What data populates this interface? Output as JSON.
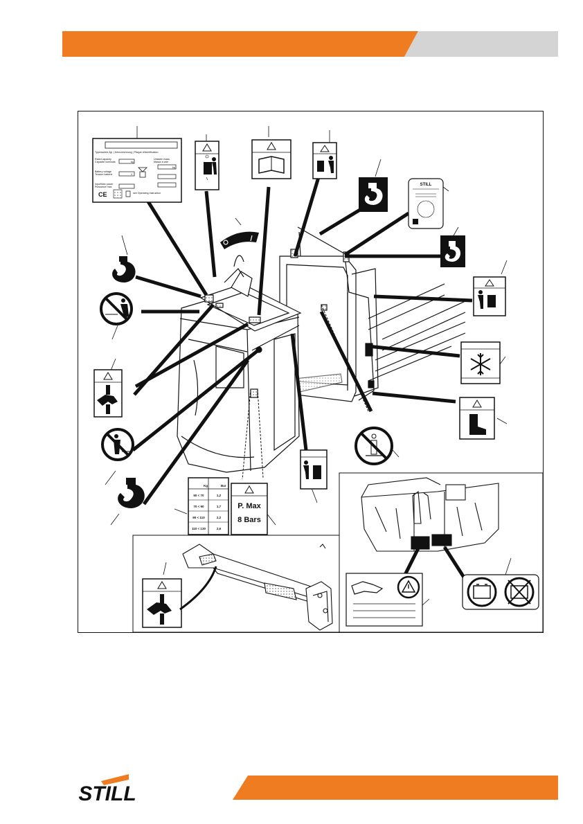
{
  "colors": {
    "accent": "#f07c22",
    "band_grey": "#d4d4d4",
    "ink": "#111111"
  },
  "capacity_plate": {
    "heading": "Typenschild Zgl. | Kennzeichnung | Plaque d'identification",
    "rated_capacity": "Rated capacity",
    "capacity_nom": "Capacité nominale",
    "unladen_mass": "Unladen mass",
    "masse_vide": "Masse à vide",
    "battery_voltage": "Battery voltage",
    "tension_batterie": "Tension batterie",
    "input_power": "Input/Max power",
    "puissance": "Puissance max.",
    "unit_kg": "kg",
    "unit_v": "V",
    "note": "see Operating Instruction"
  },
  "weight_table": {
    "col_kg": "Kg",
    "col_bar": "Bar",
    "rows": [
      {
        "range": "50 < 70",
        "bar": "1,2"
      },
      {
        "range": "70 < 90",
        "bar": "1,7"
      },
      {
        "range": "90 < 110",
        "bar": "2,2"
      },
      {
        "range": "110 < 130",
        "bar": "2,6"
      }
    ]
  },
  "pressure_label": {
    "line1": "P. Max",
    "line2": "8 Bars"
  },
  "manual_label": {
    "brand": "STILL"
  },
  "footer": {
    "logo_text": "STILL"
  }
}
